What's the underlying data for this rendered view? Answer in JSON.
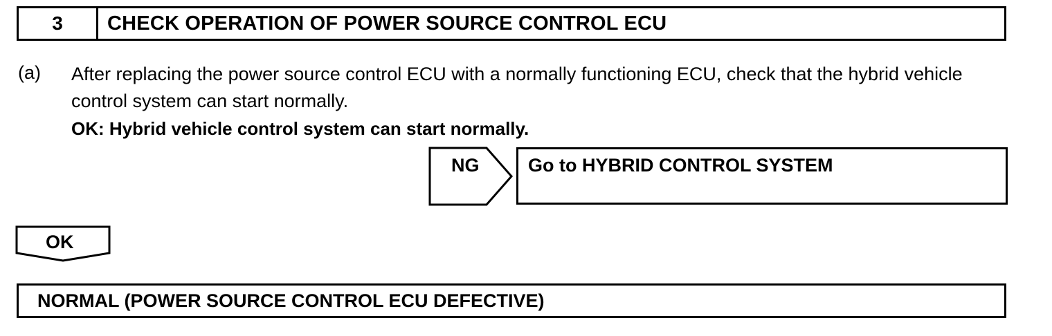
{
  "step": {
    "number": "3",
    "title": "CHECK OPERATION OF POWER SOURCE CONTROL ECU"
  },
  "instruction": {
    "label": "(a)",
    "text": "After replacing the power source control ECU with a normally functioning ECU, check that the hybrid vehicle control system can start normally.",
    "ok_criteria": "OK: Hybrid vehicle control system can start normally."
  },
  "ng_branch": {
    "label": "NG",
    "result": "Go to HYBRID CONTROL SYSTEM"
  },
  "ok_branch": {
    "label": "OK"
  },
  "result": {
    "text": "NORMAL (POWER SOURCE CONTROL ECU DEFECTIVE)"
  }
}
